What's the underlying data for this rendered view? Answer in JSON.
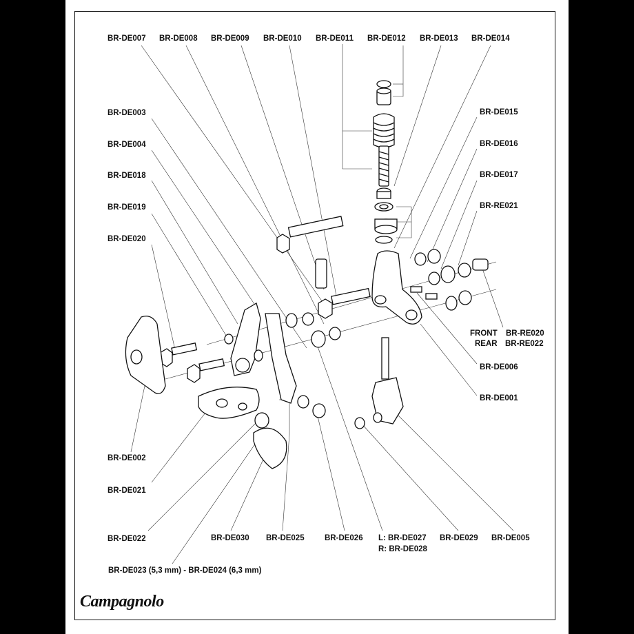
{
  "top_labels": [
    "BR-DE007",
    "BR-DE008",
    "BR-DE009",
    "BR-DE010",
    "BR-DE011",
    "BR-DE012",
    "BR-DE013",
    "BR-DE014"
  ],
  "left_labels": [
    "BR-DE003",
    "BR-DE004",
    "BR-DE018",
    "BR-DE019",
    "BR-DE020"
  ],
  "right_labels": [
    "BR-DE015",
    "BR-DE016",
    "BR-DE017",
    "BR-RE021"
  ],
  "front_prefix": "FRONT",
  "front_code": "BR-RE020",
  "rear_prefix": "REAR",
  "rear_code": "BR-RE022",
  "right_lower": [
    "BR-DE006",
    "BR-DE001"
  ],
  "lower_left": [
    "BR-DE002",
    "BR-DE021",
    "BR-DE022"
  ],
  "bottom_row": [
    "BR-DE030",
    "BR-DE025",
    "BR-DE026"
  ],
  "lr_left": "L: BR-DE027",
  "lr_right": "R: BR-DE028",
  "bottom_right": [
    "BR-DE029",
    "BR-DE005"
  ],
  "footer_note": "BR-DE023 (5,3 mm) - BR-DE024 (6,3 mm)",
  "brand": "Campagnolo"
}
